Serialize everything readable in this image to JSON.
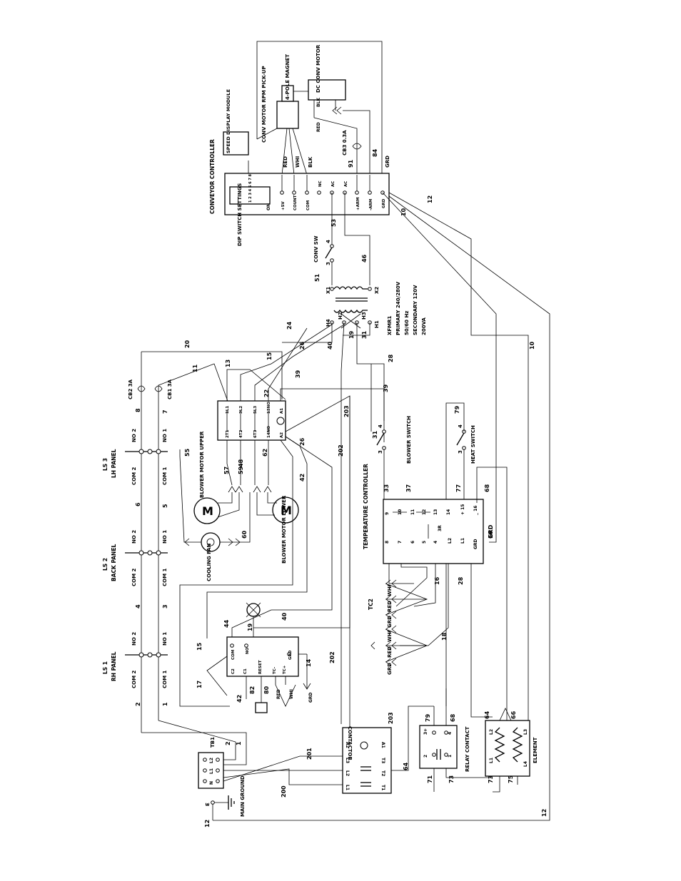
{
  "components": {
    "speed_display_module": "SPEED DISPLAY MODULE",
    "conveyor_controller": "CONVEYOR CONTROLLER",
    "dip_switch_settings": "DIP SWITCH SETTINGS",
    "conv_motor_pickup": "CONV MOTOR RPM PICK-UP",
    "magnet": "4-POLE MAGNET",
    "dc_motor": "DC CONV MOTOR",
    "cb3": "CB3 0.3A",
    "conv_sw": "CONV SW",
    "transformer": [
      "XFMR1",
      "PRIMARY 240/280V",
      "50/60 Hz",
      "SECONDARY 120V",
      "200VA"
    ],
    "ls3": [
      "LS 3",
      "LH PANEL"
    ],
    "ls2": [
      "LS 2",
      "BACK PANEL"
    ],
    "ls1": [
      "LS 1",
      "RH PANEL"
    ],
    "cb2": "CB2 3A",
    "cb1": "CB1 3A",
    "blower_upper": "BLOWER MOTOR UPPER",
    "blower_lower": "BLOWER MOTOR LOWER",
    "cooling_fan": "COOLING FAN",
    "blower_switch": "BLOWER SWITCH",
    "heat_switch": "HEAT SWITCH",
    "temp_controller": "TEMPERATURE CONTROLLER",
    "tc2": "TC2",
    "tb1": "TB1",
    "main_ground": "MAIN GROUND",
    "contactor": "CONTACTOR",
    "relay_contact": "RELAY CONTACT",
    "element": "ELEMENT"
  },
  "terminals": {
    "conveyor_controller": [
      "+5V",
      "COUNT",
      "COM",
      "NC",
      "AC",
      "AC",
      "+ARM",
      "-ARM",
      "GRD"
    ],
    "wire_colors": [
      "RED",
      "WHI",
      "BLK"
    ],
    "motor_colors": [
      "BLK",
      "RED"
    ],
    "contactor_top": [
      "A2",
      "L3",
      "L2",
      "L1"
    ],
    "contactor_bottom": [
      "A1",
      "T3",
      "T2",
      "T1"
    ],
    "switch_contacts": [
      "NO 2",
      "NO 1",
      "COM 2",
      "COM 1"
    ],
    "tc_colors": [
      "WHI",
      "RED",
      "GRD"
    ],
    "tb1_terminals": [
      "L2",
      "L1",
      "N",
      "E"
    ],
    "relay_pins": [
      "3+",
      "4",
      "2",
      "1"
    ],
    "element_pins": [
      "L2",
      "L3",
      "L1",
      "L4"
    ],
    "tempctl_top": [
      "9",
      "10",
      "11",
      "12",
      "13",
      "14",
      "+ 15",
      "_ 16"
    ],
    "tempctl_bottom": [
      "8",
      "7",
      "6",
      "5",
      "4",
      "3R",
      "L2",
      "L1",
      "GRD"
    ],
    "cond_top": [
      "1L1",
      "3L2",
      "5L3",
      "13NO",
      "A1"
    ],
    "cond_bottom": [
      "2T1",
      "4T2",
      "6T3",
      "14NO",
      "A2"
    ],
    "dip_label": "ON",
    "dip_numbers": "1 2 3 4 5 6 7 8",
    "conv_sw_pins": [
      "4",
      "3"
    ],
    "xfmr_pins": [
      "X1",
      "X2",
      "H4",
      "H2",
      "H3",
      "H1"
    ],
    "timer_top": [
      "COM",
      "NO"
    ],
    "timer_bottom": [
      "C2",
      "C1",
      "RESET",
      "TC-",
      "TC+",
      "GRD"
    ],
    "timer_colors": [
      "RED",
      "WHI",
      "GRD"
    ]
  },
  "wire_numbers": {
    "top": [
      "53",
      "51",
      "46",
      "24",
      "26",
      "19",
      "31",
      "91",
      "84",
      "40",
      "28",
      "10",
      "12",
      "20",
      "11",
      "13",
      "15",
      "22",
      "39",
      "39",
      "79",
      "4",
      "3",
      "31",
      "4",
      "3",
      "8",
      "7",
      "6",
      "5",
      "4",
      "3",
      "2",
      "1"
    ],
    "mid": [
      "55",
      "57",
      "48",
      "59",
      "62",
      "26",
      "42",
      "203",
      "202",
      "33",
      "37",
      "77",
      "68",
      "60",
      "16",
      "28",
      "10",
      "44",
      "19",
      "40",
      "17",
      "15",
      "42",
      "82",
      "80",
      "14",
      "18",
      "202",
      "203",
      "79",
      "68",
      "64",
      "66"
    ],
    "bottom": [
      "64",
      "201",
      "200",
      "71",
      "73",
      "73",
      "75",
      "12",
      "12",
      "2",
      "1"
    ]
  }
}
